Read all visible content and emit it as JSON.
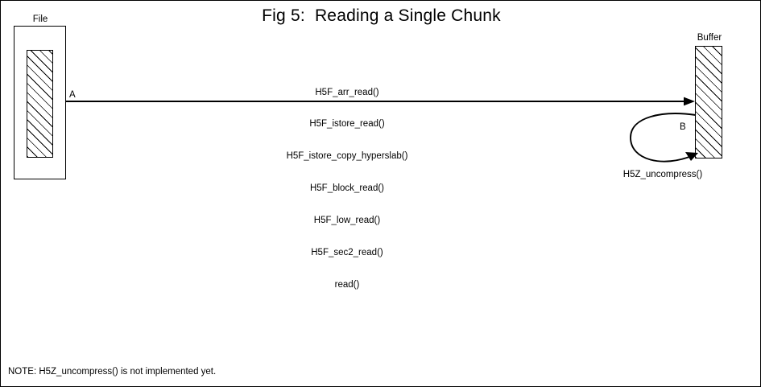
{
  "figure": {
    "title": "Fig 5:  Reading a Single Chunk",
    "note": "NOTE: H5Z_uncompress() is not implemented yet."
  },
  "nodes": {
    "file": {
      "label": "File",
      "fill": "hatch-45"
    },
    "buffer": {
      "label": "Buffer",
      "fill": "hatch-45"
    }
  },
  "edges": {
    "a": {
      "label": "A",
      "from": "file",
      "to": "buffer",
      "call_stack": [
        "H5F_arr_read()",
        "H5F_istore_read()",
        "H5F_istore_copy_hyperslab()",
        "H5F_block_read()",
        "H5F_low_read()",
        "H5F_sec2_read()",
        "read()"
      ]
    },
    "b": {
      "label": "B",
      "from": "buffer",
      "to": "buffer",
      "caption": "H5Z_uncompress()"
    }
  },
  "colors": {
    "stroke": "#000000",
    "background": "#ffffff"
  }
}
